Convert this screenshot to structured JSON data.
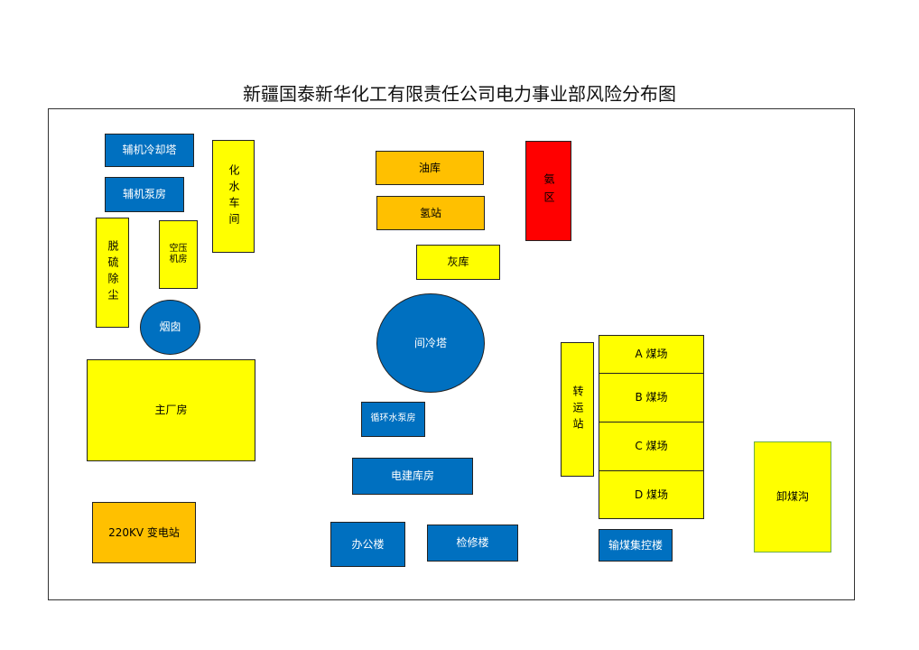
{
  "title": "新疆国泰新华化工有限责任公司电力事业部风险分布图",
  "colors": {
    "blue": "#0070c0",
    "yellow": "#ffff00",
    "orange": "#ffc000",
    "red": "#ff0000"
  },
  "areas": {
    "aux_cooling_tower": "辅机冷却塔",
    "aux_pump_house": "辅机泵房",
    "chem_water": "化水车间",
    "desulfurization": "脱硫除尘",
    "air_compressor": "空压\n机房",
    "chimney": "烟囱",
    "main_plant": "主厂房",
    "substation": "220KV 变电站",
    "oil_depot": "油库",
    "hydrogen_station": "氢站",
    "ammonia_area": "氨区",
    "ash_depot": "灰库",
    "indirect_cooling_tower": "间冷塔",
    "circulating_pump_house": "循环水泵房",
    "electrical_warehouse": "电建库房",
    "office_building": "办公楼",
    "maintenance_building": "检修楼",
    "transfer_station": "转运站",
    "coal_yard_a": "A 煤场",
    "coal_yard_b": "B 煤场",
    "coal_yard_c": "C 煤场",
    "coal_yard_d": "D 煤场",
    "coal_control_building": "输煤集控楼",
    "coal_unloading_trench": "卸煤沟"
  }
}
